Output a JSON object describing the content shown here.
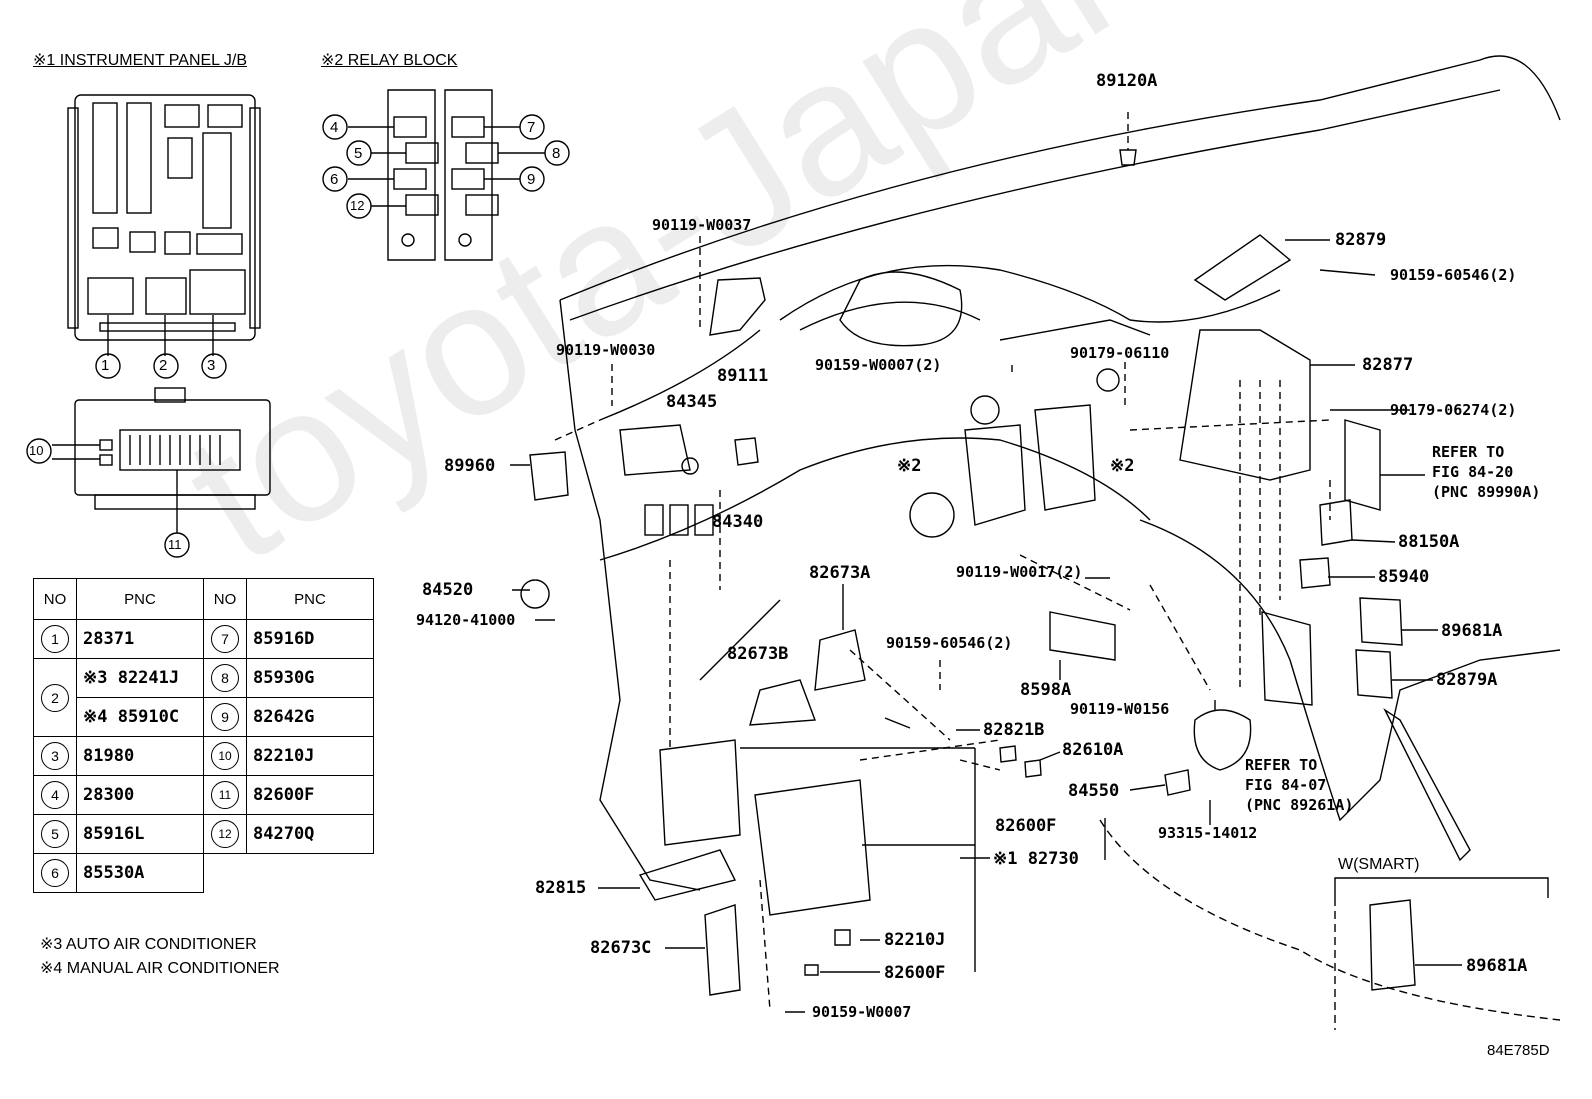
{
  "headers": {
    "instrument_panel": "※1 INSTRUMENT PANEL J/B",
    "relay_block": "※2 RELAY BLOCK"
  },
  "jb_callouts": [
    "1",
    "2",
    "3",
    "10",
    "11"
  ],
  "relay_callouts": [
    "4",
    "5",
    "6",
    "12",
    "7",
    "8",
    "9"
  ],
  "table": {
    "headers": [
      "NO",
      "PNC",
      "NO",
      "PNC"
    ],
    "rows": [
      {
        "l_no": "1",
        "l_pnc": "28371",
        "r_no": "7",
        "r_pnc": "85916D"
      },
      {
        "l_no": "2",
        "l_pnc_a": "※3 82241J",
        "l_pnc_b": "※4 85910C",
        "r_no": "8",
        "r_pnc": "85930G",
        "r_no2": "9",
        "r_pnc2": "82642G"
      },
      {
        "l_no": "3",
        "l_pnc": "81980",
        "r_no": "10",
        "r_pnc": "82210J"
      },
      {
        "l_no": "4",
        "l_pnc": "28300",
        "r_no": "11",
        "r_pnc": "82600F"
      },
      {
        "l_no": "5",
        "l_pnc": "85916L",
        "r_no": "12",
        "r_pnc": "84270Q"
      },
      {
        "l_no": "6",
        "l_pnc": "85530A",
        "r_no": "",
        "r_pnc": ""
      }
    ]
  },
  "notes": {
    "note3": "※3 AUTO AIR CONDITIONER",
    "note4": "※4 MANUAL AIR CONDITIONER"
  },
  "labels": {
    "p89120A": "89120A",
    "p90119W0037": "90119-W0037",
    "p82879": "82879",
    "p90159_60546_a": "90159-60546(2)",
    "p90119W0030": "90119-W0030",
    "p89111": "89111",
    "p90159W0007_2": "90159-W0007(2)",
    "p90179_06110": "90179-06110",
    "p82877": "82877",
    "p84345": "84345",
    "p90179_06274": "90179-06274(2)",
    "p89960": "89960",
    "ref2": "※2",
    "ref2b": "※2",
    "p84340": "84340",
    "refer1": "REFER TO\nFIG 84-20\n(PNC 89990A)",
    "p88150A": "88150A",
    "p82673A": "82673A",
    "p90119W0017": "90119-W0017(2)",
    "p85940": "85940",
    "p84520": "84520",
    "p94120": "94120-41000",
    "p90159_60546_b": "90159-60546(2)",
    "p89681A": "89681A",
    "p82673B": "82673B",
    "p8598A": "8598A",
    "p82879A": "82879A",
    "p90119W0156": "90119-W0156",
    "p82821B": "82821B",
    "p82610A": "82610A",
    "refer2": "REFER TO\nFIG 84-07\n(PNC 89261A)",
    "p84550": "84550",
    "p82600F_a": "82600F",
    "p93315": "93315-14012",
    "p82730": "※1 82730",
    "w_smart": "W(SMART)",
    "p82815": "82815",
    "p89681A_b": "89681A",
    "p82210J": "82210J",
    "p82673C": "82673C",
    "p82600F_b": "82600F",
    "p90159W0007": "90159-W0007",
    "fig_code": "84E785D"
  },
  "watermark": "toyota-Japan.ru"
}
